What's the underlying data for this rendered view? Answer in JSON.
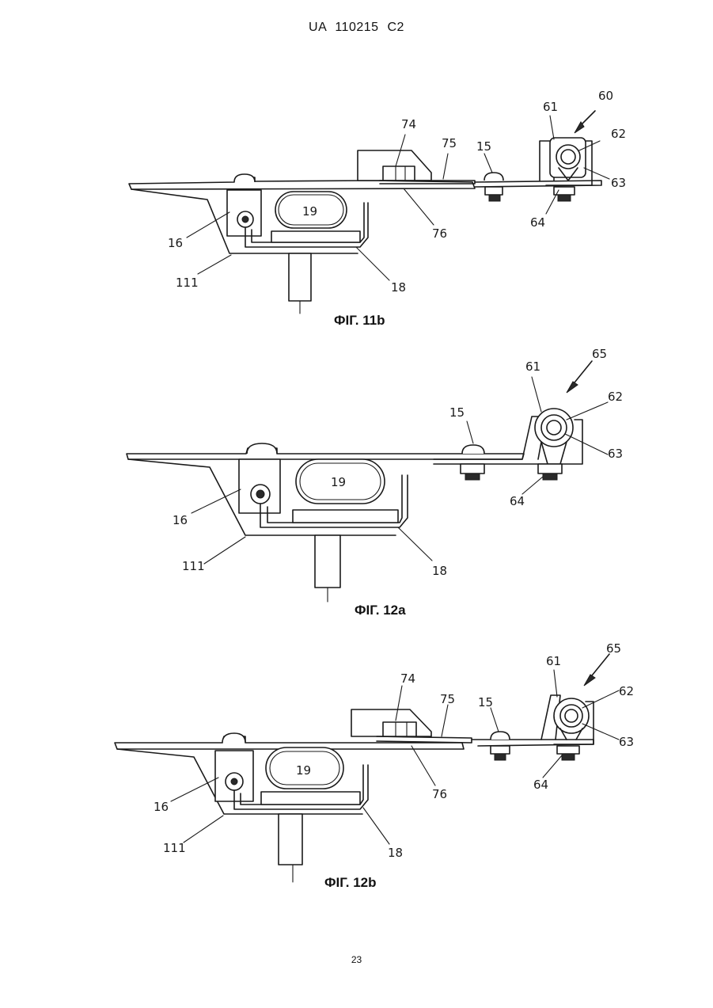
{
  "header": {
    "doc_number": "UA   110215   C2"
  },
  "footer": {
    "page_number": "23"
  },
  "figures": [
    {
      "caption": "ФІГ. 11b",
      "labels": {
        "a": "74",
        "b": "75",
        "c": "15",
        "d": "61",
        "e": "60",
        "f": "62",
        "g": "63",
        "h": "64",
        "i": "76",
        "j": "19",
        "k": "16",
        "l": "111",
        "m": "18"
      }
    },
    {
      "caption": "ФІГ. 12a",
      "labels": {
        "c": "15",
        "d": "61",
        "e": "65",
        "f": "62",
        "g": "63",
        "h": "64",
        "j": "19",
        "k": "16",
        "l": "111",
        "m": "18"
      }
    },
    {
      "caption": "ФІГ. 12b",
      "labels": {
        "a": "74",
        "b": "75",
        "c": "15",
        "d": "61",
        "e": "65",
        "f": "62",
        "g": "63",
        "h": "64",
        "i": "76",
        "j": "19",
        "k": "16",
        "l": "111",
        "m": "18"
      }
    }
  ]
}
